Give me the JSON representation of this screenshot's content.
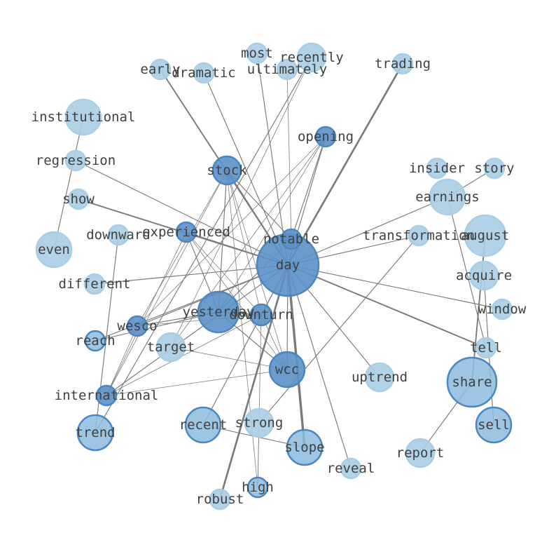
{
  "colors": {
    "edge": "#7a7a7a",
    "label": "#404040",
    "fill_light": "#a9cde4",
    "fill_mid": "#8bbcde",
    "fill_dark": "#5b91c8",
    "stroke_light": "#a9cde4",
    "stroke_dark": "#4d85bd"
  },
  "nodes": [
    {
      "id": "day",
      "label": "day",
      "tone": "dark"
    },
    {
      "id": "notable",
      "label": "notable",
      "tone": "dark"
    },
    {
      "id": "yesterday",
      "label": "yesterday",
      "tone": "dark"
    },
    {
      "id": "downturn",
      "label": "downturn",
      "tone": "dark"
    },
    {
      "id": "wcc",
      "label": "wcc",
      "tone": "dark"
    },
    {
      "id": "stock",
      "label": "stock",
      "tone": "dark"
    },
    {
      "id": "experienced",
      "label": "experienced",
      "tone": "dark"
    },
    {
      "id": "wesco",
      "label": "wesco",
      "tone": "dark"
    },
    {
      "id": "international",
      "label": "international",
      "tone": "dark"
    },
    {
      "id": "opening",
      "label": "opening",
      "tone": "dark"
    },
    {
      "id": "reach",
      "label": "reach",
      "tone": "mid"
    },
    {
      "id": "share",
      "label": "share",
      "tone": "mid"
    },
    {
      "id": "sell",
      "label": "sell",
      "tone": "mid"
    },
    {
      "id": "slope",
      "label": "slope",
      "tone": "mid"
    },
    {
      "id": "recent",
      "label": "recent",
      "tone": "mid"
    },
    {
      "id": "trend",
      "label": "trend",
      "tone": "mid"
    },
    {
      "id": "high",
      "label": "high",
      "tone": "mid"
    },
    {
      "id": "institutional",
      "label": "institutional",
      "tone": "light"
    },
    {
      "id": "regression",
      "label": "regression",
      "tone": "light"
    },
    {
      "id": "show",
      "label": "show",
      "tone": "light"
    },
    {
      "id": "even",
      "label": "even",
      "tone": "light"
    },
    {
      "id": "downward",
      "label": "downward",
      "tone": "light"
    },
    {
      "id": "different",
      "label": "different",
      "tone": "light"
    },
    {
      "id": "target",
      "label": "target",
      "tone": "light"
    },
    {
      "id": "early",
      "label": "early",
      "tone": "light"
    },
    {
      "id": "dramatic",
      "label": "dramatic",
      "tone": "light"
    },
    {
      "id": "most",
      "label": "most",
      "tone": "light"
    },
    {
      "id": "recently",
      "label": "recently",
      "tone": "light"
    },
    {
      "id": "ultimately",
      "label": "ultimately",
      "tone": "light"
    },
    {
      "id": "trading",
      "label": "trading",
      "tone": "light"
    },
    {
      "id": "insider",
      "label": "insider",
      "tone": "light"
    },
    {
      "id": "story",
      "label": "story",
      "tone": "light"
    },
    {
      "id": "earnings",
      "label": "earnings",
      "tone": "light"
    },
    {
      "id": "transformation",
      "label": "transformation",
      "tone": "light"
    },
    {
      "id": "august",
      "label": "august",
      "tone": "light"
    },
    {
      "id": "acquire",
      "label": "acquire",
      "tone": "light"
    },
    {
      "id": "window",
      "label": "window",
      "tone": "light"
    },
    {
      "id": "tell",
      "label": "tell",
      "tone": "light"
    },
    {
      "id": "uptrend",
      "label": "uptrend",
      "tone": "light"
    },
    {
      "id": "report",
      "label": "report",
      "tone": "light"
    },
    {
      "id": "strong",
      "label": "strong",
      "tone": "light"
    },
    {
      "id": "reveal",
      "label": "reveal",
      "tone": "light"
    },
    {
      "id": "robust",
      "label": "robust",
      "tone": "light"
    }
  ],
  "edges": [
    {
      "source": "day",
      "target": "trading",
      "weight": 3
    },
    {
      "source": "day",
      "target": "slope",
      "weight": 4
    },
    {
      "source": "day",
      "target": "robust",
      "weight": 3
    },
    {
      "source": "day",
      "target": "early",
      "weight": 2
    },
    {
      "source": "day",
      "target": "show",
      "weight": 2
    },
    {
      "source": "day",
      "target": "tell",
      "weight": 2
    },
    {
      "source": "day",
      "target": "stock",
      "weight": 2
    },
    {
      "source": "day",
      "target": "regression",
      "weight": 1
    },
    {
      "source": "day",
      "target": "different",
      "weight": 1
    },
    {
      "source": "day",
      "target": "experienced",
      "weight": 1
    },
    {
      "source": "day",
      "target": "dramatic",
      "weight": 1
    },
    {
      "source": "day",
      "target": "most",
      "weight": 1
    },
    {
      "source": "day",
      "target": "earnings",
      "weight": 1
    },
    {
      "source": "day",
      "target": "transformation",
      "weight": 1
    },
    {
      "source": "day",
      "target": "window",
      "weight": 1
    },
    {
      "source": "day",
      "target": "uptrend",
      "weight": 1
    },
    {
      "source": "day",
      "target": "reveal",
      "weight": 1
    },
    {
      "source": "day",
      "target": "recent",
      "weight": 1
    },
    {
      "source": "day",
      "target": "wesco",
      "weight": 1
    },
    {
      "source": "day",
      "target": "reach",
      "weight": 1
    },
    {
      "source": "day",
      "target": "international",
      "weight": 1
    },
    {
      "source": "day",
      "target": "wcc",
      "weight": 1
    },
    {
      "source": "day",
      "target": "downturn",
      "weight": 1
    },
    {
      "source": "day",
      "target": "opening",
      "weight": 1
    },
    {
      "source": "notable",
      "target": "opening",
      "weight": 1
    },
    {
      "source": "notable",
      "target": "yesterday",
      "weight": 1
    },
    {
      "source": "notable",
      "target": "stock",
      "weight": 1
    },
    {
      "source": "notable",
      "target": "ultimately",
      "weight": 0.5
    },
    {
      "source": "yesterday",
      "target": "stock",
      "weight": 1
    },
    {
      "source": "yesterday",
      "target": "experienced",
      "weight": 1
    },
    {
      "source": "yesterday",
      "target": "wcc",
      "weight": 1
    },
    {
      "source": "yesterday",
      "target": "wesco",
      "weight": 1
    },
    {
      "source": "yesterday",
      "target": "reach",
      "weight": 1
    },
    {
      "source": "yesterday",
      "target": "downturn",
      "weight": 1
    },
    {
      "source": "yesterday",
      "target": "opening",
      "weight": 0.5
    },
    {
      "source": "downturn",
      "target": "stock",
      "weight": 0.5
    },
    {
      "source": "downturn",
      "target": "wcc",
      "weight": 0.5
    },
    {
      "source": "downturn",
      "target": "international",
      "weight": 0.5
    },
    {
      "source": "downturn",
      "target": "experienced",
      "weight": 0.5
    },
    {
      "source": "downturn",
      "target": "wesco",
      "weight": 0.5
    },
    {
      "source": "downturn",
      "target": "high",
      "weight": 0.5
    },
    {
      "source": "experienced",
      "target": "wcc",
      "weight": 0.5
    },
    {
      "source": "experienced",
      "target": "international",
      "weight": 0.5
    },
    {
      "source": "stock",
      "target": "wesco",
      "weight": 0.5
    },
    {
      "source": "stock",
      "target": "international",
      "weight": 0.5
    },
    {
      "source": "stock",
      "target": "wcc",
      "weight": 0.5
    },
    {
      "source": "stock",
      "target": "high",
      "weight": 0.5
    },
    {
      "source": "opening",
      "target": "wesco",
      "weight": 0.5
    },
    {
      "source": "opening",
      "target": "target",
      "weight": 0.5
    },
    {
      "source": "recently",
      "target": "trend",
      "weight": 1
    },
    {
      "source": "recently",
      "target": "target",
      "weight": 0.5
    },
    {
      "source": "downward",
      "target": "trend",
      "weight": 1
    },
    {
      "source": "institutional",
      "target": "even",
      "weight": 1
    },
    {
      "source": "recent",
      "target": "slope",
      "weight": 1
    },
    {
      "source": "earnings",
      "target": "tell",
      "weight": 1
    },
    {
      "source": "august",
      "target": "share",
      "weight": 2
    },
    {
      "source": "acquire",
      "target": "sell",
      "weight": 1
    },
    {
      "source": "share",
      "target": "report",
      "weight": 1
    },
    {
      "source": "story",
      "target": "earnings",
      "weight": 1
    },
    {
      "source": "transformation",
      "target": "strong",
      "weight": 1
    },
    {
      "source": "international",
      "target": "wcc",
      "weight": 0.5
    },
    {
      "source": "wesco",
      "target": "international",
      "weight": 0.5
    },
    {
      "source": "target",
      "target": "wcc",
      "weight": 0.5
    },
    {
      "source": "strong",
      "target": "high",
      "weight": 0.5
    }
  ]
}
